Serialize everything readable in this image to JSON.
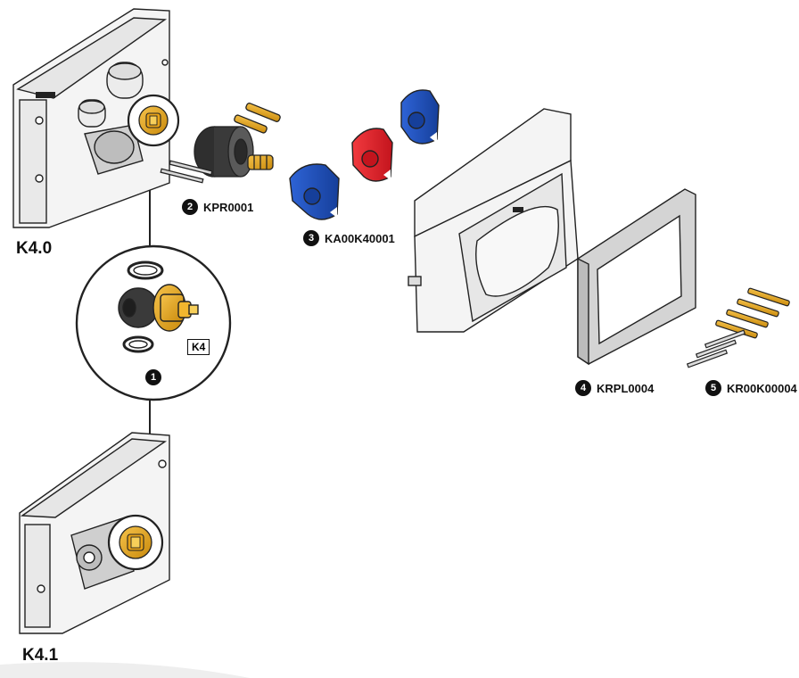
{
  "labels": {
    "k40": "K4.0",
    "k41": "K4.1",
    "k4_box": "K4"
  },
  "parts": [
    {
      "num": "1",
      "code": ""
    },
    {
      "num": "2",
      "code": "KPR0001"
    },
    {
      "num": "3",
      "code": "KA00K40001"
    },
    {
      "num": "4",
      "code": "KRPL0004"
    },
    {
      "num": "5",
      "code": "KR00K00004"
    }
  ],
  "colors": {
    "brass": "#e8a317",
    "blue_handle": "#1f4fb8",
    "red_handle": "#e0202a",
    "dark_sleeve": "#3a3a3a",
    "frame_gray": "#d4d4d4",
    "outline": "#222222"
  }
}
